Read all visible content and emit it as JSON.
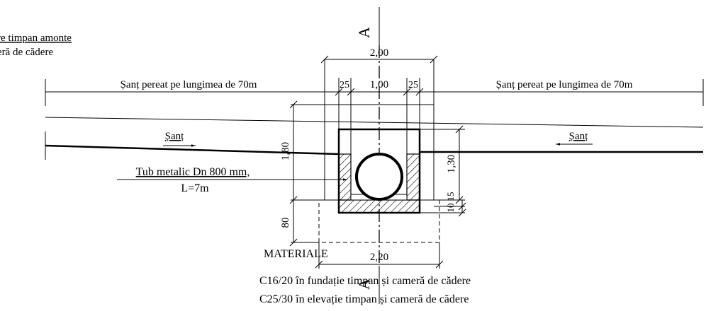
{
  "notes": {
    "top_line1": "re timpan amonte",
    "top_line2": "eră de cădere"
  },
  "section_marks": {
    "top": "A",
    "bottom": "A"
  },
  "labels": {
    "sant_pereat_left": "Șanț pereat pe lungimea de 70m",
    "sant_pereat_right": "Șanț pereat pe lungimea de 70m",
    "sant_left": "Șanț",
    "sant_right": "Șanț",
    "tub_line1": "Tub metalic Dn 800 mm,",
    "tub_line2": "L=7m"
  },
  "dimensions": {
    "width_top": "2,00",
    "left_25": "25",
    "middle_100": "1,00",
    "right_25": "25",
    "height_left_180": "1,80",
    "height_right_130": "1,30",
    "side_10": "10",
    "side_15": "15",
    "found_80": "80",
    "width_bottom": "2,20"
  },
  "materials": {
    "heading": "MATERIALE",
    "line1": "C16/20 în fundație timpan și cameră de cădere",
    "line2": "C25/30 în elevație timpan și cameră de cădere"
  }
}
